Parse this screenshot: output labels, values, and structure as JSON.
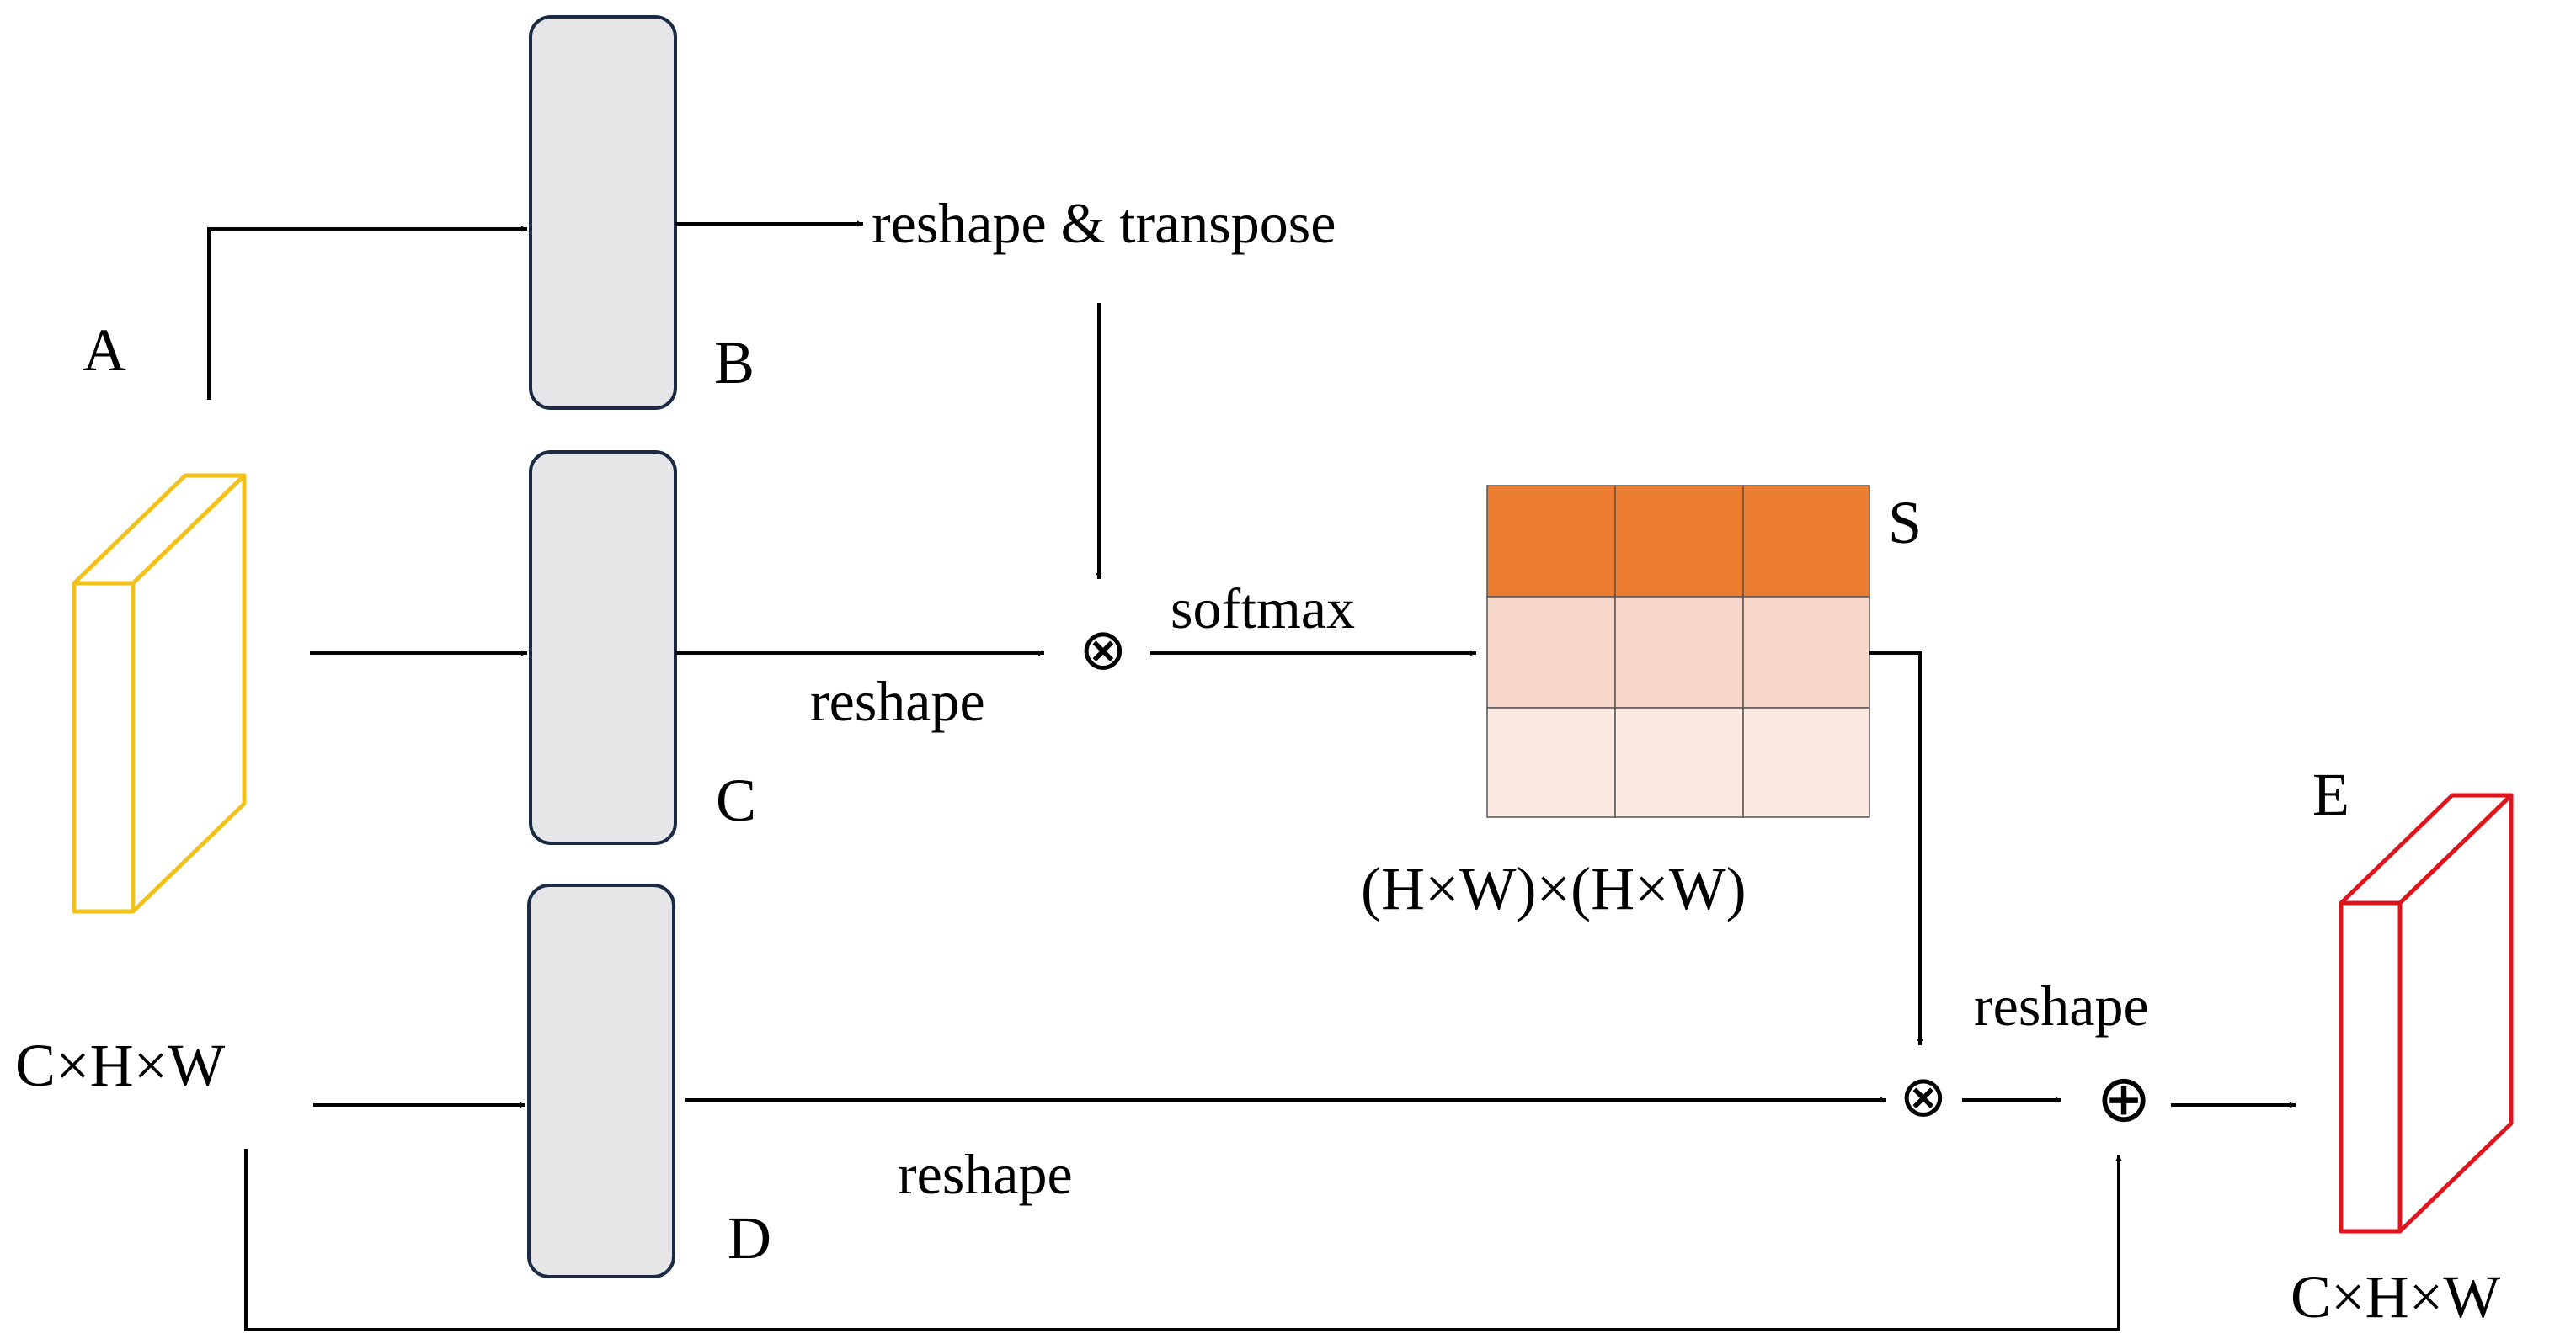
{
  "labels": {
    "a": "A",
    "b": "B",
    "c": "C",
    "d": "D",
    "e": "E",
    "s": "S",
    "input_dims": "C×H×W",
    "output_dims": "C×H×W",
    "attention_dims": "(H×W)×(H×W)"
  },
  "operations": {
    "reshape_transpose": "reshape & transpose",
    "reshape_c": "reshape",
    "reshape_d": "reshape",
    "reshape_out": "reshape",
    "softmax": "softmax",
    "matmul_symbol": "⊗",
    "add_symbol": "⊕"
  },
  "colors": {
    "input_tensor": "#f2c21a",
    "output_tensor": "#e0141c",
    "block_fill": "#e6e6e8",
    "block_border": "#1b2b46",
    "attention_row_1": "#ed7d31",
    "attention_row_2": "#f8d7cb",
    "attention_row_3": "#fbe9e2",
    "arrows": "#000000"
  }
}
